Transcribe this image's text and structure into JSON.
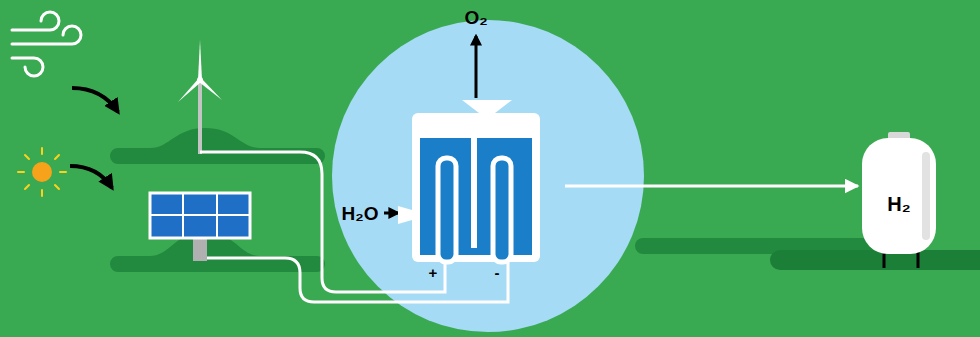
{
  "diagram": {
    "nodes": [
      {
        "text": [
          "+",
          "-"
        ]
      },
      {
        "text": [
          "H₂"
        ]
      }
    ],
    "edges": [
      {
        "from": 0,
        "to": 1,
        "arrow": "to"
      }
    ],
    "labels": [
      "O₂",
      "H₂O"
    ]
  }
}
